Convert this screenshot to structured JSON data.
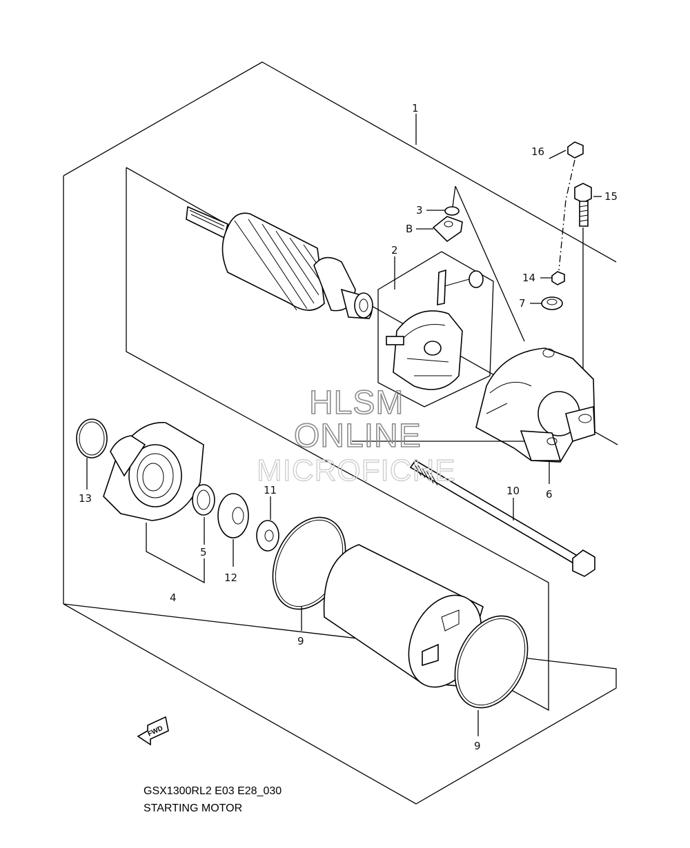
{
  "labels": {
    "l1": "1",
    "l2": "2",
    "l3": "3",
    "lB": "B",
    "l4": "4",
    "l5": "5",
    "l6": "6",
    "l7": "7",
    "l9a": "9",
    "l9b": "9",
    "l10": "10",
    "l11": "11",
    "l12": "12",
    "l13": "13",
    "l14": "14",
    "l15": "15",
    "l16": "16"
  },
  "watermark": {
    "line1": "HLSM",
    "line2": "ONLINE",
    "line3": "MICROFICHE"
  },
  "fwd": "FWD",
  "caption": {
    "code": "GSX1300RL2 E03 E28_030",
    "title": "STARTING MOTOR"
  },
  "icons": [
    "fwd-arrow-icon"
  ]
}
